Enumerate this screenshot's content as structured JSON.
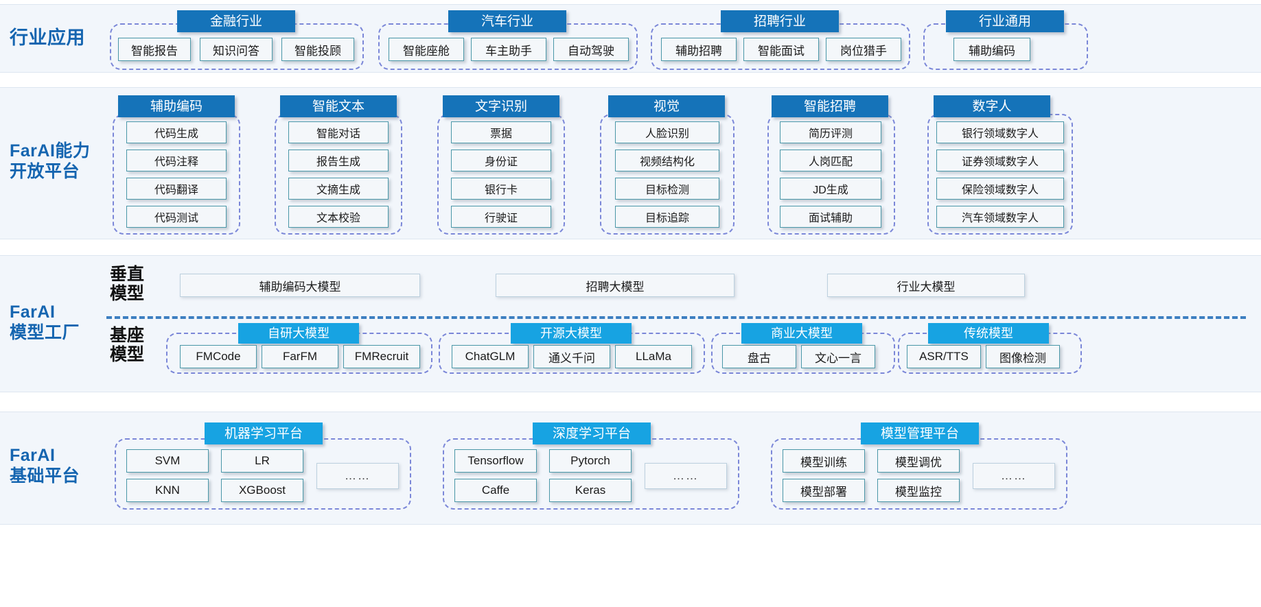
{
  "colors": {
    "band_bg": "#f2f6fb",
    "label_blue": "#1565b0",
    "header_blue": "#1573b9",
    "header_cyan": "#17a3e2",
    "box_border": "#4a97a8",
    "dashed_group": "#7b87d8",
    "divider": "#3d7fc1"
  },
  "bands": [
    {
      "id": "industry-application",
      "label": "行业应用",
      "groups": [
        {
          "title": "金融行业",
          "items": [
            "智能报告",
            "知识问答",
            "智能投顾"
          ]
        },
        {
          "title": "汽车行业",
          "items": [
            "智能座舱",
            "车主助手",
            "自动驾驶"
          ]
        },
        {
          "title": "招聘行业",
          "items": [
            "辅助招聘",
            "智能面试",
            "岗位猎手"
          ]
        },
        {
          "title": "行业通用",
          "items": [
            "辅助编码"
          ]
        }
      ]
    },
    {
      "id": "farai-capability-platform",
      "label": "FarAI能力\n开放平台",
      "label_lines": [
        "FarAI能力",
        "开放平台"
      ],
      "groups": [
        {
          "title": "辅助编码",
          "items": [
            "代码生成",
            "代码注释",
            "代码翻译",
            "代码测试"
          ]
        },
        {
          "title": "智能文本",
          "items": [
            "智能对话",
            "报告生成",
            "文摘生成",
            "文本校验"
          ]
        },
        {
          "title": "文字识别",
          "items": [
            "票据",
            "身份证",
            "银行卡",
            "行驶证"
          ]
        },
        {
          "title": "视觉",
          "items": [
            "人脸识别",
            "视频结构化",
            "目标检测",
            "目标追踪"
          ]
        },
        {
          "title": "智能招聘",
          "items": [
            "简历评测",
            "人岗匹配",
            "JD生成",
            "面试辅助"
          ]
        },
        {
          "title": "数字人",
          "items": [
            "银行领域数字人",
            "证券领域数字人",
            "保险领域数字人",
            "汽车领域数字人"
          ]
        }
      ]
    },
    {
      "id": "farai-model-factory",
      "label_lines": [
        "FarAI",
        "模型工厂"
      ],
      "vertical_row": {
        "row_label_lines": [
          "垂直",
          "模型"
        ],
        "items": [
          "辅助编码大模型",
          "招聘大模型",
          "行业大模型"
        ]
      },
      "base_row": {
        "row_label_lines": [
          "基座",
          "模型"
        ],
        "groups": [
          {
            "title": "自研大模型",
            "items": [
              "FMCode",
              "FarFM",
              "FMRecruit"
            ]
          },
          {
            "title": "开源大模型",
            "items": [
              "ChatGLM",
              "通义千问",
              "LLaMa"
            ]
          },
          {
            "title": "商业大模型",
            "items": [
              "盘古",
              "文心一言"
            ]
          },
          {
            "title": "传统模型",
            "items": [
              "ASR/TTS",
              "图像检测"
            ]
          }
        ]
      }
    },
    {
      "id": "farai-base-platform",
      "label_lines": [
        "FarAI",
        "基础平台"
      ],
      "groups": [
        {
          "title": "机器学习平台",
          "items": [
            "SVM",
            "LR",
            "KNN",
            "XGBoost"
          ],
          "more": "……"
        },
        {
          "title": "深度学习平台",
          "items": [
            "Tensorflow",
            "Pytorch",
            "Caffe",
            "Keras"
          ],
          "more": "……"
        },
        {
          "title": "模型管理平台",
          "items": [
            "模型训练",
            "模型调优",
            "模型部署",
            "模型监控"
          ],
          "more": "……"
        }
      ]
    }
  ]
}
